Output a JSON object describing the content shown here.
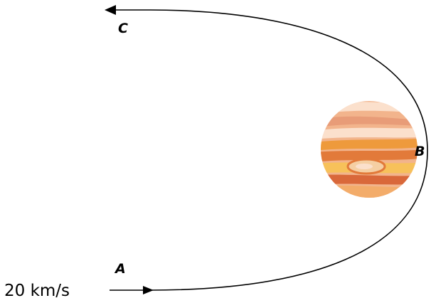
{
  "labels": {
    "point_a": "A",
    "point_b": "B",
    "point_c": "C",
    "speed": "20 km/s"
  },
  "colors": {
    "trajectory": "#000000",
    "planet_base": "#f2b48c",
    "planet_band_light": "#fbe0cc",
    "planet_band_orange": "#ee9a3c",
    "planet_band_deep": "#e27a3a",
    "planet_band_gold": "#f7c15a",
    "planet_band_red": "#d9683a",
    "planet_spot": "#f5cfa3"
  },
  "icons": {
    "planet": "gas-giant-planet-icon",
    "arrow": "arrowhead-icon"
  }
}
